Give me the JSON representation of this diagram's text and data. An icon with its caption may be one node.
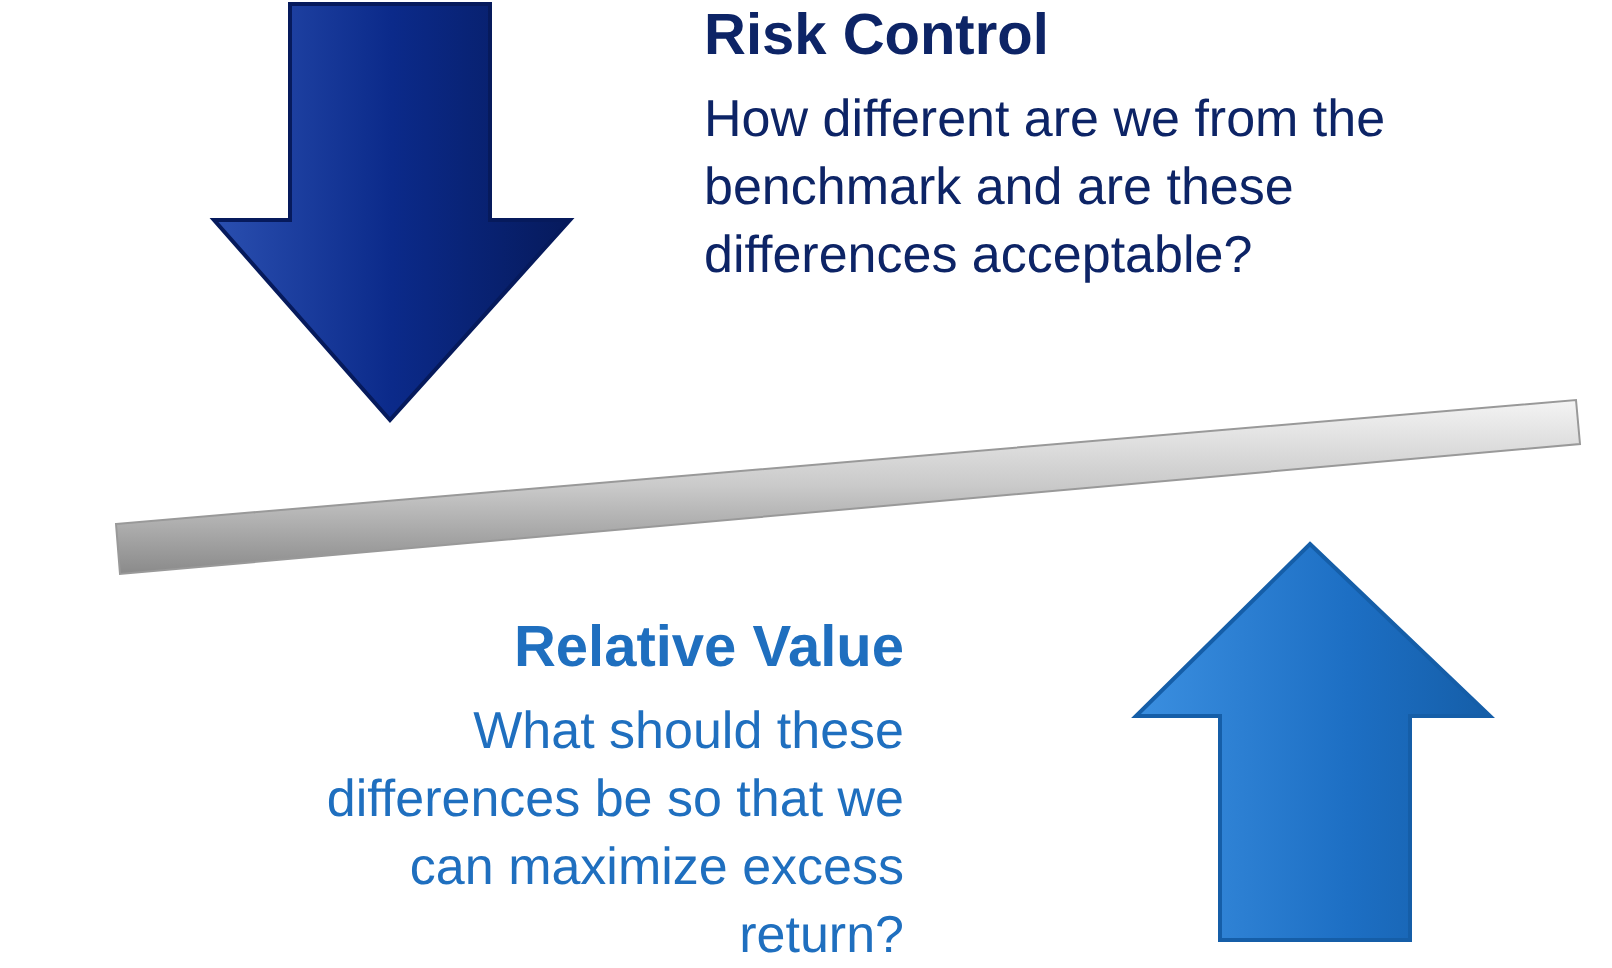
{
  "diagram": {
    "labels": [
      "Risk Control",
      "How different are we from the benchmark and are these differences acceptable?",
      "Relative Value",
      "What should these differences be so that we can maximize excess return?"
    ]
  }
}
